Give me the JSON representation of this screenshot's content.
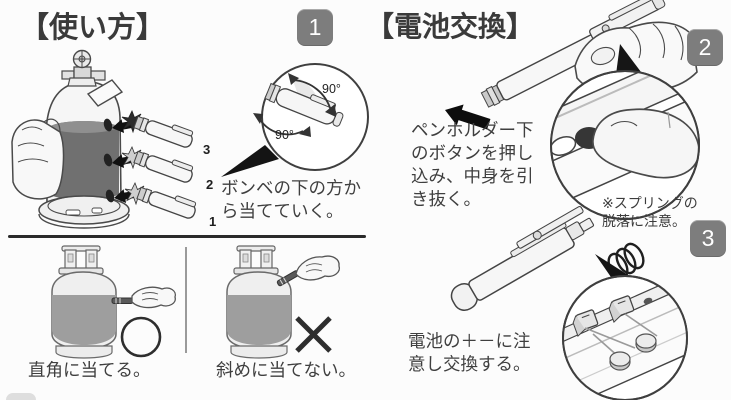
{
  "colors": {
    "badge_bg": "#7d7d7d",
    "badge_text": "#ffffff",
    "ink": "#3f3f3f",
    "line_art": "#454545",
    "canister_band": "#707070",
    "tank_band": "#9e9e9e"
  },
  "usage": {
    "heading": "【使い方】",
    "step1": {
      "badge": "1",
      "caption_lines": [
        "ボンベの下の方か",
        "ら当てていく。"
      ],
      "angle_labels": {
        "top": "90°",
        "bottom": "90°"
      },
      "igniter_numbers": [
        "3",
        "2",
        "1"
      ]
    },
    "ok_panel": {
      "caption": "直角に当てる。",
      "mark_icon": "circle-ok"
    },
    "ng_panel": {
      "caption": "斜めに当てない。",
      "mark_icon": "cross-ng"
    }
  },
  "battery": {
    "heading": "【電池交換】",
    "step2": {
      "badge": "2",
      "caption_lines": [
        "ペンホルダー下",
        "のボタンを押し",
        "込み、中身を引",
        "き抜く。"
      ]
    },
    "step3": {
      "badge": "3",
      "note_lines": [
        "※スプリングの",
        "脱落に注意。"
      ],
      "caption_lines": [
        "電池の＋－に注",
        "意し交換する。"
      ]
    }
  }
}
